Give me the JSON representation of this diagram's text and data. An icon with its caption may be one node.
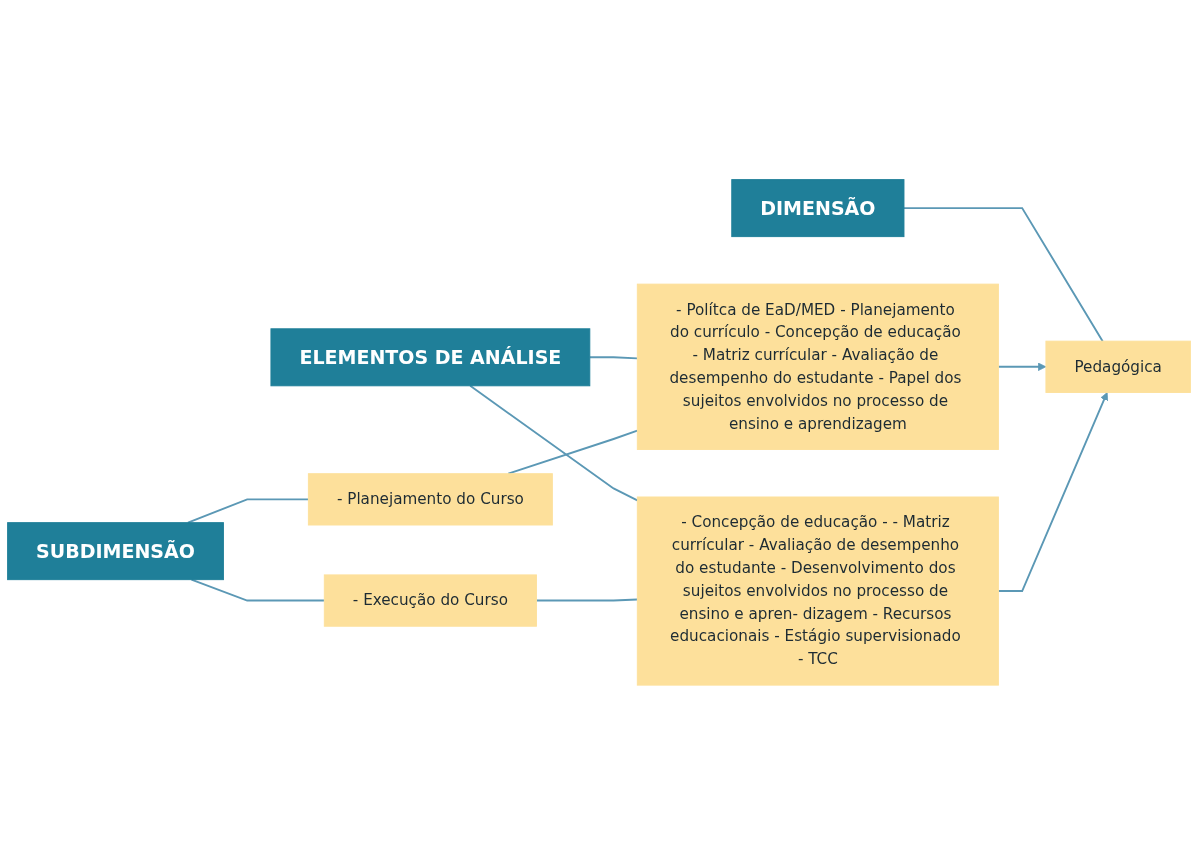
{
  "diagram": {
    "nodes": [
      {
        "text": [
          "DIMENSÃO"
        ]
      },
      {
        "text": [
          "SUBDIMENSÃO"
        ]
      },
      {
        "text": [
          "ELEMENTOS DE ANÁLISE"
        ]
      },
      {
        "text": [
          "Pedagógica"
        ]
      },
      {
        "text": [
          "- Planejamento do Curso"
        ]
      },
      {
        "text": [
          "- Execução do Curso"
        ]
      },
      {
        "text": [
          "- Polítca de EaD/MED - Planejamento do currículo - Concepção de educação - Matriz currícular - Avaliação de desempenho do estudante - Papel dos sujeitos envolvidos no processo de ensino e aprendizagem"
        ]
      },
      {
        "text": [
          "- Concepção de educação - - Matriz currícular - Avaliação de desempenho do estudante - Desenvolvimento dos sujeitos envolvidos no processo de ensino e apren- dizagem - Recursos educacionais - Estágio supervisionado - TCC"
        ]
      }
    ],
    "edges": [
      {
        "from": 0,
        "to": 3,
        "arrow": "none"
      },
      {
        "from": 1,
        "to": 4,
        "arrow": "none"
      },
      {
        "from": 1,
        "to": 5,
        "arrow": "none"
      },
      {
        "from": 2,
        "to": 6,
        "arrow": "none"
      },
      {
        "from": 2,
        "to": 7,
        "arrow": "none"
      },
      {
        "from": 4,
        "to": 6,
        "arrow": "none"
      },
      {
        "from": 5,
        "to": 7,
        "arrow": "none"
      },
      {
        "from": 6,
        "to": 3,
        "arrow": "to"
      },
      {
        "from": 7,
        "to": 3,
        "arrow": "to"
      }
    ]
  }
}
